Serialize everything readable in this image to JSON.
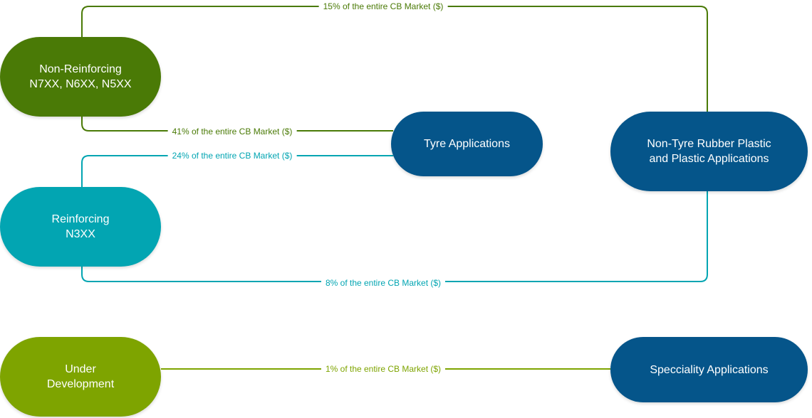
{
  "colors": {
    "non_reinforcing": "#4a7a06",
    "reinforcing": "#02a5b2",
    "under_development": "#7ea400",
    "application": "#05558a",
    "text_on_pill": "#ffffff"
  },
  "nodes": {
    "non_reinforcing": {
      "label": "Non-Reinforcing\nN7XX, N6XX, N5XX"
    },
    "reinforcing": {
      "label": "Reinforcing\nN3XX"
    },
    "under_development": {
      "label": "Under\nDevelopment"
    },
    "tyre_applications": {
      "label": "Tyre Applications"
    },
    "non_tyre_applications": {
      "label": "Non-Tyre Rubber Plastic\nand Plastic Applications"
    },
    "speciality_applications": {
      "label": "Specciality Applications"
    }
  },
  "connections": [
    {
      "from": "non_reinforcing",
      "to": "non_tyre_applications",
      "share_percent": 15,
      "label": "15% of the entire CB Market ($)"
    },
    {
      "from": "non_reinforcing",
      "to": "tyre_applications",
      "share_percent": 41,
      "label": "41% of the entire CB Market ($)"
    },
    {
      "from": "reinforcing",
      "to": "tyre_applications",
      "share_percent": 24,
      "label": "24% of the entire CB Market ($)"
    },
    {
      "from": "reinforcing",
      "to": "non_tyre_applications",
      "share_percent": 8,
      "label": "8% of the entire CB Market ($)"
    },
    {
      "from": "under_development",
      "to": "speciality_applications",
      "share_percent": 1,
      "label": "1% of the entire CB Market ($)"
    }
  ]
}
